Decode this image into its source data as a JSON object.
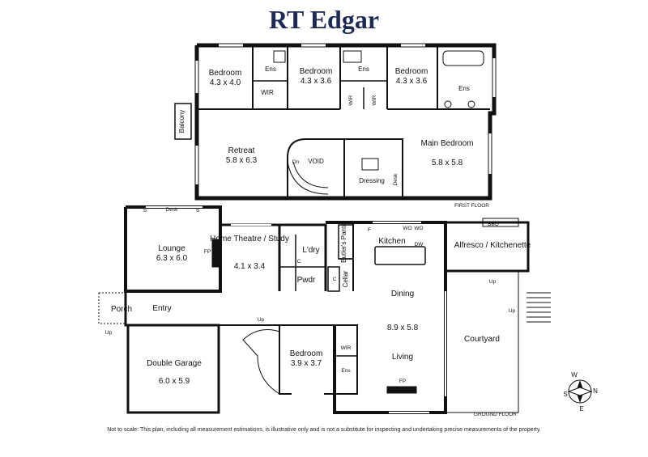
{
  "brand": {
    "name": "RT Edgar",
    "color": "#1c2a55"
  },
  "floors": {
    "first": {
      "label": "FIRST FLOOR",
      "rooms": [
        {
          "id": "bed1",
          "name": "Bedroom",
          "size": "4.3 x 4.0"
        },
        {
          "id": "bed2",
          "name": "Bedroom",
          "size": "4.3 x 3.6"
        },
        {
          "id": "bed3",
          "name": "Bedroom",
          "size": "4.3 x 3.6"
        },
        {
          "id": "retreat",
          "name": "Retreat",
          "size": "5.8 x 6.3"
        },
        {
          "id": "main",
          "name": "Main Bedroom",
          "size": "5.8 x 5.8"
        }
      ],
      "labels": {
        "ens": "Ens",
        "wir": "WIR",
        "balcony": "Balcony",
        "void": "VOID",
        "dressing": "Dressing",
        "desk": "Desk",
        "dn": "Dn"
      }
    },
    "ground": {
      "label": "GROUND FLOOR",
      "rooms": [
        {
          "id": "lounge",
          "name": "Lounge",
          "size": "6.3 x 6.0"
        },
        {
          "id": "theatre",
          "name": "Home Theatre / Study",
          "size": "4.1 x 3.4"
        },
        {
          "id": "dining",
          "name": "Dining",
          "size": "8.9 x 5.8"
        },
        {
          "id": "garage",
          "name": "Double Garage",
          "size": "6.0 x 5.9"
        },
        {
          "id": "gbed",
          "name": "Bedroom",
          "size": "3.9 x 3.7"
        }
      ],
      "labels": {
        "kitchen": "Kitchen",
        "alfresco": "Alfresco / Kitchenette",
        "butlers": "Butler's Pantry",
        "cellar": "Cellar",
        "ldry": "L'dry",
        "pwdr": "Pwdr",
        "porch": "Porch",
        "entry": "Entry",
        "living": "Living",
        "courtyard": "Courtyard",
        "desk": "Desk",
        "fp": "FP",
        "bbq": "BBQ",
        "up": "Up",
        "wir": "WIR",
        "ens": "Ens",
        "c": "C",
        "wo": "WO",
        "dw": "DW",
        "f": "F",
        "s": "S"
      }
    }
  },
  "compass": {
    "n": "N",
    "s": "S",
    "e": "E",
    "w": "W"
  },
  "disclaimer": "Not to scale: This plan, including all measurement estimations, is illustrative only and is not a substitute for inspecting and undertaking precise measurements of the property."
}
